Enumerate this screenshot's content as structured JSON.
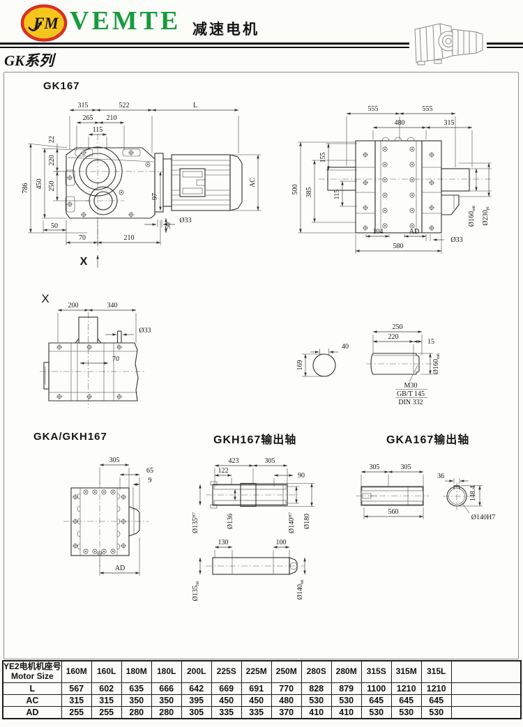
{
  "header": {
    "logo_monogram": "FM",
    "brand": "VEMTE",
    "doc_title": "减速电机",
    "series": "GK系列"
  },
  "drawings": {
    "front": {
      "title": "GK167",
      "d_315": "315",
      "d_522": "522",
      "d_L": "L",
      "d_265": "265",
      "d_210a": "210",
      "d_115": "115",
      "d_786": "786",
      "d_450": "450",
      "d_250": "250",
      "d_220": "220",
      "d_22": "22",
      "d_50a": "50",
      "d_70": "70",
      "d_210b": "210",
      "d_d33": "Ø33",
      "d_50b": "50",
      "d_97": "97",
      "d_AC": "AC",
      "x_label": "X"
    },
    "side": {
      "d_555a": "555",
      "d_555b": "555",
      "d_480": "480",
      "d_315": "315",
      "d_155": "155",
      "d_385": "385",
      "d_115": "115",
      "d_500": "500",
      "d_104": "104",
      "d_AD": "AD",
      "d_580": "580",
      "d_d33": "Ø33",
      "d_160": "Ø160",
      "d_160t": "m6",
      "d_230": "Ø230",
      "d_230t": "j6"
    },
    "xview": {
      "label": "X",
      "d_200": "200",
      "d_340": "340",
      "d_d33": "Ø33",
      "d_70": "70"
    },
    "section": {
      "d_40": "40",
      "d_169": "169"
    },
    "shaft_end": {
      "d_250": "250",
      "d_220": "220",
      "d_15": "15",
      "thread": "M30",
      "std1": "GB/T 145",
      "std2": "DIN 332",
      "d_160": "Ø160",
      "d_160t": "m6"
    },
    "gka": {
      "title": "GKA/GKH167",
      "d_305": "305",
      "d_65": "65",
      "d_9": "9",
      "d_AD": "AD"
    },
    "gkh_shaft": {
      "title": "GKH167输出轴",
      "d_423": "423",
      "d_305": "305",
      "d_122": "122",
      "d_90": "90",
      "d_135": "Ø135",
      "d_135t": "H7",
      "d_136": "Ø136",
      "d_140": "Ø140",
      "d_140t": "H7",
      "d_180": "Ø180",
      "d_130": "130",
      "d_100": "100",
      "d_135b": "Ø135",
      "d_135bt": "h6",
      "d_140b": "Ø140",
      "d_140bt": "h6"
    },
    "gka_shaft": {
      "title": "GKA167输出轴",
      "d_305a": "305",
      "d_305b": "305",
      "d_560": "560",
      "d_36": "36",
      "d_1484": "148.4",
      "d_140": "Ø140H7"
    }
  },
  "table": {
    "header_cn": "YE2电机机座号",
    "header_en": "Motor Size",
    "columns": [
      "160M",
      "160L",
      "180M",
      "180L",
      "200L",
      "225S",
      "225M",
      "250M",
      "280S",
      "280M",
      "315S",
      "315M",
      "315L"
    ],
    "rows": [
      {
        "label": "L",
        "values": [
          "567",
          "602",
          "635",
          "666",
          "642",
          "669",
          "691",
          "770",
          "828",
          "879",
          "1100",
          "1210",
          "1210"
        ]
      },
      {
        "label": "AC",
        "values": [
          "315",
          "315",
          "350",
          "350",
          "395",
          "450",
          "450",
          "480",
          "530",
          "530",
          "645",
          "645",
          "645"
        ]
      },
      {
        "label": "AD",
        "values": [
          "255",
          "255",
          "280",
          "280",
          "305",
          "335",
          "335",
          "370",
          "410",
          "410",
          "530",
          "530",
          "530"
        ]
      }
    ]
  }
}
